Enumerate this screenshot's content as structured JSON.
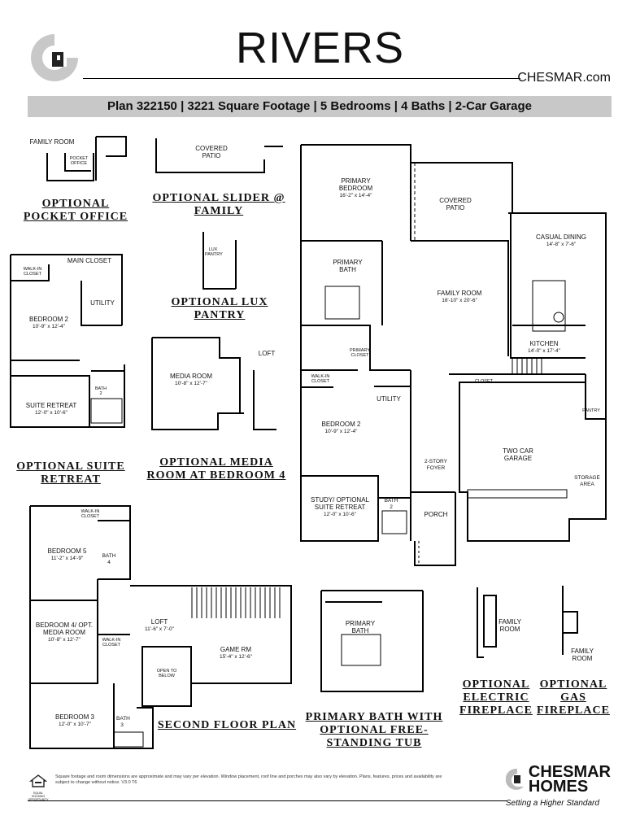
{
  "header": {
    "title": "RIVERS",
    "website": "CHESMAR.com",
    "info": "Plan 322150 | 3221 Square Footage | 5 Bedrooms | 4 Baths | 2-Car Garage"
  },
  "options": {
    "pocket_office": "OPTIONAL POCKET OFFICE",
    "slider": "OPTIONAL SLIDER @ FAMILY",
    "lux_pantry": "OPTIONAL LUX PANTRY",
    "suite_retreat": "OPTIONAL SUITE RETREAT",
    "media_room": "OPTIONAL MEDIA ROOM AT BEDROOM 4",
    "second_floor": "SECOND FLOOR PLAN",
    "primary_bath_tub": "PRIMARY BATH WITH OPTIONAL FREE-STANDING TUB",
    "electric_fireplace": "OPTIONAL ELECTRIC FIREPLACE",
    "gas_fireplace": "OPTIONAL GAS FIREPLACE"
  },
  "rooms": {
    "pocket_family": "FAMILY ROOM",
    "pocket_office": "POCKET OFFICE",
    "slider_patio": "COVERED PATIO",
    "lux_pantry": "LUX PANTRY",
    "sr_main_closet": "MAIN CLOSET",
    "sr_walkin": "WALK-IN CLOSET",
    "sr_bedroom2": "BEDROOM 2",
    "sr_bedroom2_dim": "10'-9\" x 12'-4\"",
    "sr_utility": "UTILITY",
    "sr_bath2": "BATH 2",
    "sr_suite": "SUITE RETREAT",
    "sr_suite_dim": "12'-0\" x 10'-6\"",
    "media_room": "MEDIA ROOM",
    "media_room_dim": "10'-8\" x 12'-7\"",
    "media_loft": "LOFT",
    "primary_bedroom": "PRIMARY BEDROOM",
    "primary_bedroom_dim": "16'-2\" x 14'-4\"",
    "covered_patio": "COVERED PATIO",
    "primary_bath": "PRIMARY BATH",
    "family_room": "FAMILY ROOM",
    "family_room_dim": "16'-10\" x 20'-6\"",
    "casual_dining": "CASUAL DINING",
    "casual_dining_dim": "14'-8\" x 7'-6\"",
    "kitchen": "KITCHEN",
    "kitchen_dim": "14'-0\" x 17'-4\"",
    "primary_closet": "PRIMARY CLOSET",
    "walkin_closet": "WALK-IN CLOSET",
    "closet": "CLOSET",
    "utility": "UTILITY",
    "bedroom2": "BEDROOM 2",
    "bedroom2_dim": "10'-9\" x 12'-4\"",
    "foyer": "2-STORY FOYER",
    "two_car_garage": "TWO CAR GARAGE",
    "storage_area": "STORAGE AREA",
    "pantry": "PANTRY",
    "study": "STUDY/ OPTIONAL SUITE RETREAT",
    "study_dim": "12'-0\" x 10'-6\"",
    "bath2": "BATH 2",
    "porch": "PORCH",
    "sf_walkin": "WALK-IN CLOSET",
    "bedroom5": "BEDROOM 5",
    "bedroom5_dim": "11'-2\" x 14'-9\"",
    "bath4": "BATH 4",
    "bedroom4": "BEDROOM 4/ OPT. MEDIA ROOM",
    "bedroom4_dim": "10'-8\" x 12'-7\"",
    "sf_walkin2": "WALK-IN CLOSET",
    "loft": "LOFT",
    "loft_dim": "11'-6\" x 7'-0\"",
    "game_rm": "GAME RM",
    "game_rm_dim": "15'-4\" x 12'-6\"",
    "open_below": "OPEN TO BELOW",
    "bedroom3": "BEDROOM 3",
    "bedroom3_dim": "12'-0\" x 10'-7\"",
    "bath3": "BATH 3",
    "pb_tub": "PRIMARY BATH",
    "efp_family": "FAMILY ROOM",
    "gfp_family": "FAMILY ROOM"
  },
  "footer": {
    "disclaimer": "Square footage and room dimensions are approximate and may vary per elevation. Window placement, roof line and porches may also vary by elevation. Plans, features, prices and availability are subject to change without notice. V3.0 T6",
    "brand_line1": "CHESMAR",
    "brand_line2": "HOMES",
    "tagline": "Setting a Higher Standard",
    "eho": "EQUAL HOUSING OPPORTUNITY"
  }
}
